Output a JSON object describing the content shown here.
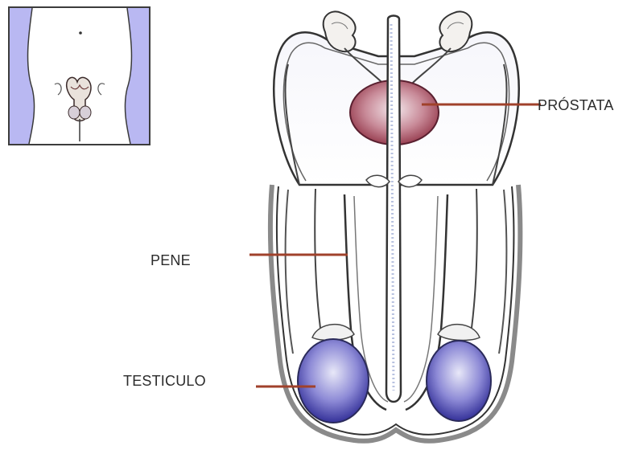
{
  "labels": {
    "prostate": "PRÓSTATA",
    "penis": "PENE",
    "testicle": "TESTICULO"
  },
  "colors": {
    "leader_line": "#a0412b",
    "prostate_fill": "#9b3c4d",
    "testicle_fill": "#3a37a0",
    "inset_side": "#b9b8f2",
    "outline": "#2a2a2a"
  }
}
